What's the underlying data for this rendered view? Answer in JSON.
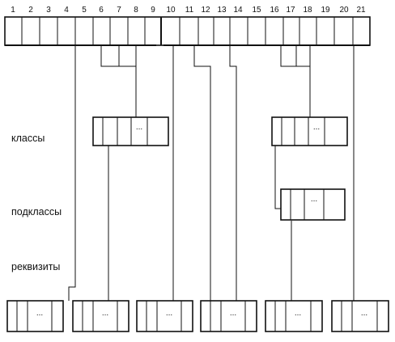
{
  "header": {
    "positions": [
      "1",
      "2",
      "3",
      "4",
      "5",
      "6",
      "7",
      "8",
      "9",
      "10",
      "11",
      "12",
      "13",
      "14",
      "15",
      "16",
      "17",
      "18",
      "19",
      "20",
      "21"
    ]
  },
  "labels": {
    "classes": "классы",
    "subclasses": "подклассы",
    "attributes": "реквизиты"
  },
  "boxes": {
    "ellipsis": "..."
  }
}
